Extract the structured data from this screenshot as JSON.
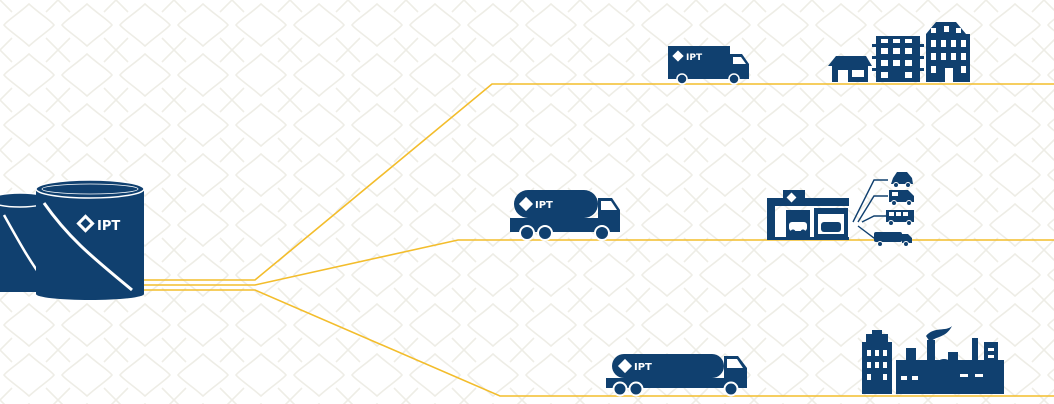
{
  "brand": {
    "name": "IPT"
  },
  "colors": {
    "navy": "#10406f",
    "route_line": "#f3bd2c",
    "pattern": "#eeede6",
    "white": "#ffffff"
  },
  "routes": [
    {
      "id": "top",
      "vehicle": "box-truck-icon",
      "destination": "buildings-icon"
    },
    {
      "id": "middle",
      "vehicle": "tanker-truck-icon",
      "destination": "gas-station-icon"
    },
    {
      "id": "bottom",
      "vehicle": "long-tanker-truck-icon",
      "destination": "industrial-plant-icon"
    }
  ],
  "station_vehicle_icons": [
    "car-icon",
    "van-icon",
    "bus-icon",
    "truck-icon"
  ]
}
